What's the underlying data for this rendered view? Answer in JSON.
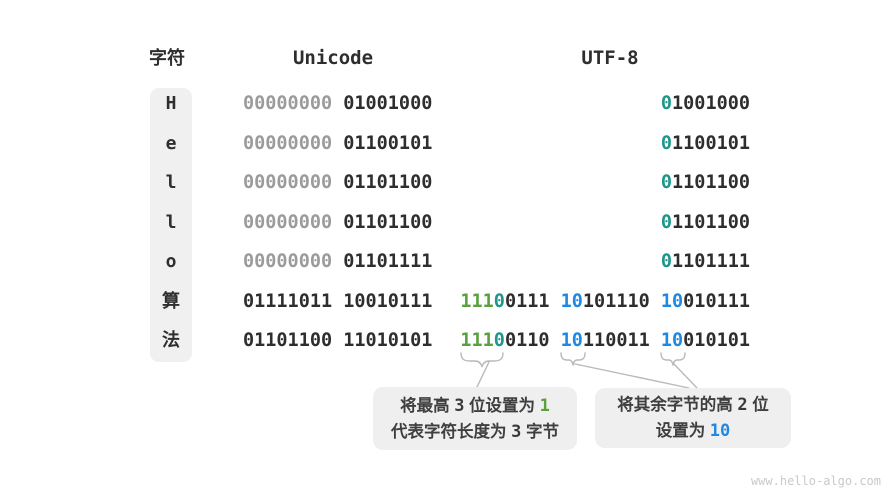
{
  "page": {
    "watermark": "www.hello-algo.com",
    "background": "#ffffff"
  },
  "colors": {
    "dark": "#2e2e2e",
    "muted": "#9b9b9b",
    "teal": "#1d968b",
    "green": "#58a13e",
    "blue": "#1e88e5",
    "num": "#3a3a3a",
    "box_bg": "#efefef",
    "line": "#b9b9b9"
  },
  "header": {
    "char_label": "字符",
    "unicode_label": "Unicode",
    "utf8_label": "UTF-8"
  },
  "rows": [
    {
      "char": "H",
      "unicode": [
        {
          "t": "00000000",
          "c": "muted"
        },
        {
          "t": " 01001000"
        }
      ],
      "utf8": [
        {
          "t": "0",
          "c": "teal"
        },
        {
          "t": "1001000"
        }
      ]
    },
    {
      "char": "e",
      "unicode": [
        {
          "t": "00000000",
          "c": "muted"
        },
        {
          "t": " 01100101"
        }
      ],
      "utf8": [
        {
          "t": "0",
          "c": "teal"
        },
        {
          "t": "1100101"
        }
      ]
    },
    {
      "char": "l",
      "unicode": [
        {
          "t": "00000000",
          "c": "muted"
        },
        {
          "t": " 01101100"
        }
      ],
      "utf8": [
        {
          "t": "0",
          "c": "teal"
        },
        {
          "t": "1101100"
        }
      ]
    },
    {
      "char": "l",
      "unicode": [
        {
          "t": "00000000",
          "c": "muted"
        },
        {
          "t": " 01101100"
        }
      ],
      "utf8": [
        {
          "t": "0",
          "c": "teal"
        },
        {
          "t": "1101100"
        }
      ]
    },
    {
      "char": "o",
      "unicode": [
        {
          "t": "00000000",
          "c": "muted"
        },
        {
          "t": " 01101111"
        }
      ],
      "utf8": [
        {
          "t": "0",
          "c": "teal"
        },
        {
          "t": "1101111"
        }
      ]
    },
    {
      "char": "算",
      "unicode": [
        {
          "t": "01111011 10010111"
        }
      ],
      "utf8": [
        {
          "t": "111",
          "c": "green"
        },
        {
          "t": "0",
          "c": "teal"
        },
        {
          "t": "0111"
        },
        {
          "t": " "
        },
        {
          "t": "10",
          "c": "blue"
        },
        {
          "t": "101110"
        },
        {
          "t": " "
        },
        {
          "t": "10",
          "c": "blue"
        },
        {
          "t": "010111"
        }
      ]
    },
    {
      "char": "法",
      "unicode": [
        {
          "t": "01101100 11010101"
        }
      ],
      "utf8": [
        {
          "t": "111",
          "c": "green"
        },
        {
          "t": "0",
          "c": "teal"
        },
        {
          "t": "0110"
        },
        {
          "t": " "
        },
        {
          "t": "10",
          "c": "blue"
        },
        {
          "t": "110011"
        },
        {
          "t": " "
        },
        {
          "t": "10",
          "c": "blue"
        },
        {
          "t": "010101"
        }
      ]
    }
  ],
  "callouts": {
    "left": {
      "lines": [
        [
          {
            "t": "将最高 "
          },
          {
            "t": "3",
            "c": "num"
          },
          {
            "t": " 位设置为 "
          },
          {
            "t": "1",
            "c": "green"
          }
        ],
        [
          {
            "t": "代表字符长度为 "
          },
          {
            "t": "3",
            "c": "num"
          },
          {
            "t": " 字节"
          }
        ]
      ]
    },
    "right": {
      "lines": [
        [
          {
            "t": "将其余字节的高 "
          },
          {
            "t": "2",
            "c": "num"
          },
          {
            "t": " 位"
          }
        ],
        [
          {
            "t": "设置为 "
          },
          {
            "t": "10",
            "c": "blue"
          }
        ]
      ]
    }
  }
}
